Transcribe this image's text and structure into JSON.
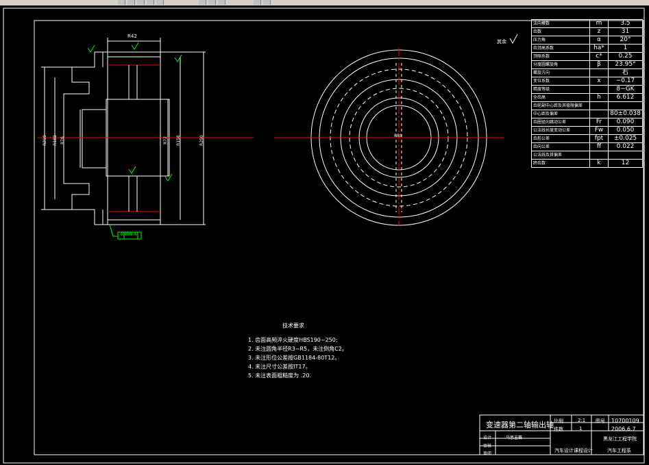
{
  "app": {
    "background": "#000000",
    "line_color": "#ffffff",
    "center_line_color": "#ff0000",
    "annotation_color": "#00ff00"
  },
  "drawing": {
    "dims": {
      "width_top": "R42",
      "left_d1": "R210",
      "left_d2": "R188",
      "left_d3": "R76",
      "right_d1": "R72",
      "right_d2": "R156",
      "right_d3": "R250",
      "circle_center": "R88"
    },
    "roughness_symbol": "其余",
    "tolerance_frame": "0.008 A"
  },
  "params": [
    {
      "label": "法向模数",
      "symbol": "m",
      "value": "3.5"
    },
    {
      "label": "齿数",
      "symbol": "z",
      "value": "31"
    },
    {
      "label": "压力角",
      "symbol": "α",
      "value": "20°"
    },
    {
      "label": "齿顶高系数",
      "symbol": "ha*",
      "value": "1"
    },
    {
      "label": "顶隙系数",
      "symbol": "c*",
      "value": "0.25"
    },
    {
      "label": "分度圆螺旋角",
      "symbol": "β",
      "value": "23.95°"
    },
    {
      "label": "螺旋方向",
      "symbol": "",
      "value": "右"
    },
    {
      "label": "变位系数",
      "symbol": "x",
      "value": "−0.17"
    },
    {
      "label": "精度等级",
      "symbol": "",
      "value": "8−GK"
    },
    {
      "label": "全齿高",
      "symbol": "h",
      "value": "6.612"
    },
    {
      "label": "齿轮副中心距及其极限偏差",
      "symbol": "",
      "value": ""
    },
    {
      "label": "中心距及偏差",
      "symbol": "",
      "value": "80±0.038"
    },
    {
      "label": "齿圈径向跳动公差",
      "symbol": "Fr",
      "value": "0.090"
    },
    {
      "label": "公法线长度变动公差",
      "symbol": "Fw",
      "value": "0.050"
    },
    {
      "label": "齿形公差",
      "symbol": "fpt",
      "value": "±0.025"
    },
    {
      "label": "齿向公差",
      "symbol": "ff",
      "value": "0.022"
    },
    {
      "label": "公法线及其偏差",
      "symbol": "",
      "value": ""
    },
    {
      "label": "跨齿数",
      "symbol": "k",
      "value": "12"
    }
  ],
  "tech": {
    "title": "技术要求",
    "items": [
      "1. 齿面高频淬火硬度HBS190~250;",
      "2. 未注圆角半径R3~R5，未注倒角C2。",
      "3. 未注形位公差按GB1184-80T12。",
      "4. 未注尺寸公差按IT17。",
      "5. 未注表面粗糙度为 .20."
    ]
  },
  "title_block": {
    "name": "变速器第二轴输出轴",
    "scale_label": "比例",
    "scale": "2:1",
    "drawing_no_label": "图号",
    "drawing_no": "10700109",
    "qty_label": "件数",
    "qty": "1",
    "date": "2006.6.7",
    "designer_label": "设计",
    "designer": "马思吉赛",
    "checker_label": "审核",
    "approve_label": "审阅",
    "course": "汽车设计课程设计",
    "school": "黑龙江工程学院",
    "dept": "汽车工程系"
  }
}
